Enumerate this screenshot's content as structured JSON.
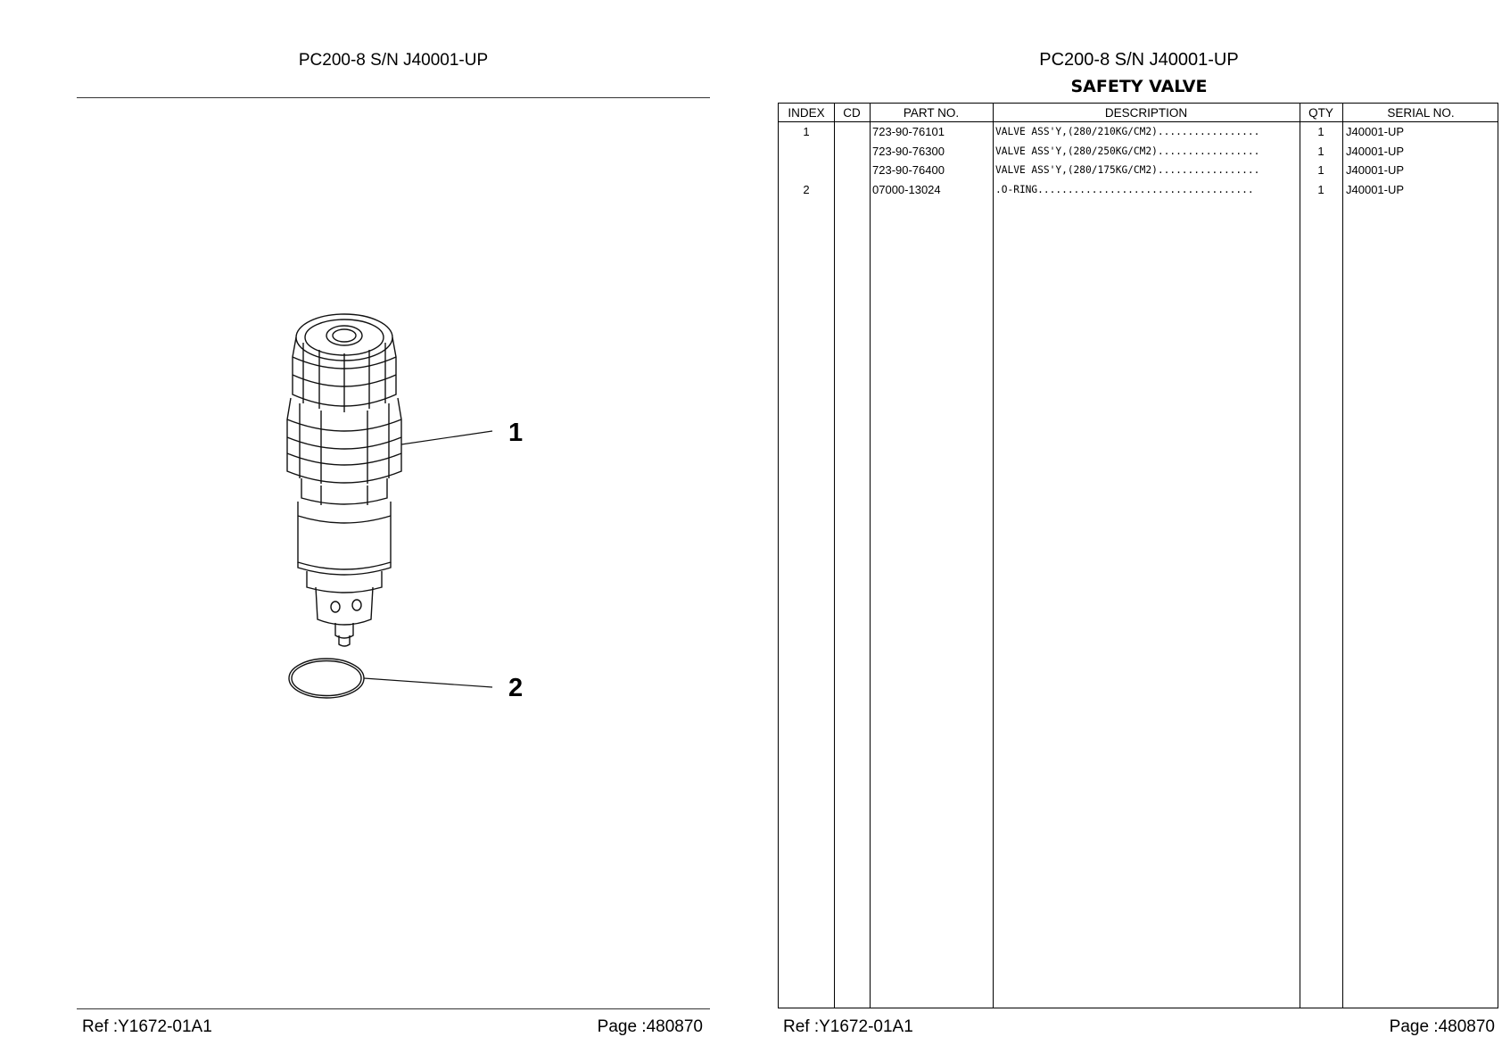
{
  "left_page": {
    "title": "PC200-8 S/N J40001-UP",
    "callouts": [
      "1",
      "2"
    ],
    "ref": "Ref :Y1672-01A1",
    "page": "Page :480870"
  },
  "right_page": {
    "title": "PC200-8 S/N J40001-UP",
    "subtitle": "SAFETY VALVE",
    "headers": {
      "index": "INDEX",
      "cd": "CD",
      "part_no": "PART NO.",
      "description": "DESCRIPTION",
      "qty": "QTY",
      "serial_no": "SERIAL NO."
    },
    "rows": [
      {
        "index": "1",
        "cd": "",
        "part_no": "723-90-76101",
        "description": "VALVE ASS'Y,(280/210KG/CM2).................",
        "qty": "1",
        "serial_no": "J40001-UP"
      },
      {
        "index": "",
        "cd": "",
        "part_no": "723-90-76300",
        "description": "VALVE ASS'Y,(280/250KG/CM2).................",
        "qty": "1",
        "serial_no": "J40001-UP"
      },
      {
        "index": "",
        "cd": "",
        "part_no": "723-90-76400",
        "description": "VALVE ASS'Y,(280/175KG/CM2).................",
        "qty": "1",
        "serial_no": "J40001-UP"
      },
      {
        "index": "2",
        "cd": "",
        "part_no": "07000-13024",
        "description": ".O-RING....................................",
        "qty": "1",
        "serial_no": "J40001-UP"
      }
    ],
    "ref": "Ref :Y1672-01A1",
    "page": "Page :480870"
  }
}
